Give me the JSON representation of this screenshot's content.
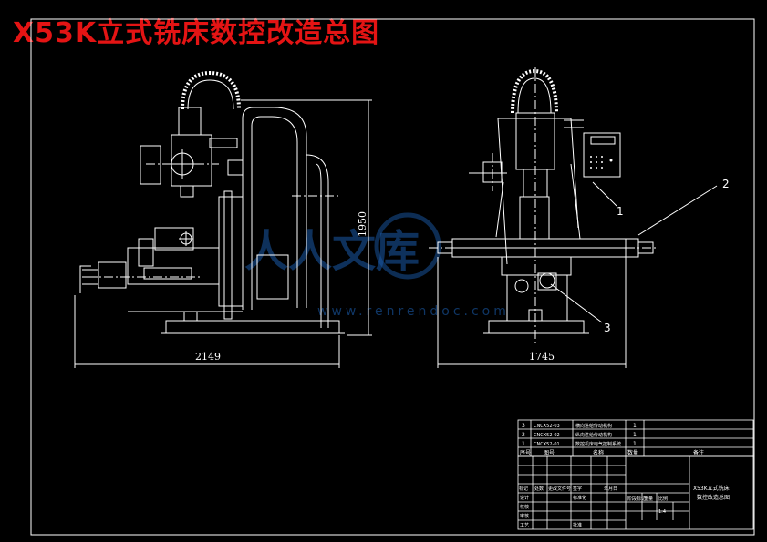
{
  "title": "X53K立式铣床数控改造总图",
  "dimensions": {
    "width_left": "2149",
    "width_right": "1745",
    "height": "1950"
  },
  "balloons": [
    "1",
    "2",
    "3"
  ],
  "watermark": {
    "main": "人人文库",
    "sub": "www.renrendoc.com"
  },
  "parts_list": {
    "rows": [
      {
        "seq": "3",
        "code": "CNCX52-03",
        "name": "横向进给传动机构",
        "qty": "1"
      },
      {
        "seq": "2",
        "code": "CNCX52-02",
        "name": "纵向进给传动机构",
        "qty": "1"
      },
      {
        "seq": "1",
        "code": "CNCX52-01",
        "name": "数控机床电气控制系统",
        "qty": "1"
      }
    ],
    "header": {
      "seq": "序号",
      "code": "图号",
      "name": "名称",
      "qty": "数量",
      "remark": "备注"
    }
  },
  "title_block": {
    "drawing_name_line1": "X53K立式铣床",
    "drawing_name_line2": "数控改造总图",
    "row_labels": [
      "标记",
      "处数",
      "更改文件号",
      "签字",
      "年月日"
    ],
    "left_labels": [
      "设计",
      "校核",
      "审核",
      "工艺"
    ],
    "std": "标准化",
    "approve": "批准",
    "stage": "阶段标记",
    "weight": "重量",
    "scale_label": "比例",
    "scale": "1:4"
  }
}
